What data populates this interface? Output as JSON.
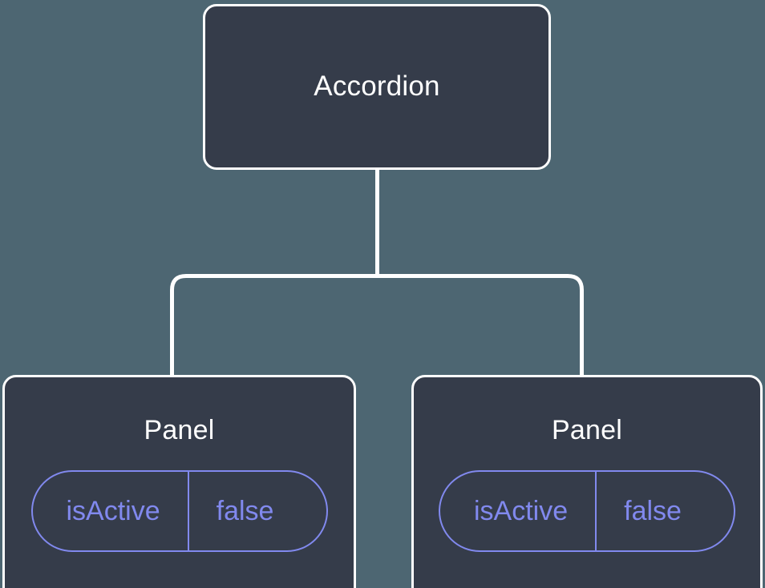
{
  "diagram": {
    "type": "component-tree",
    "background_color": "#4d6672",
    "node_fill_color": "#353c4a",
    "node_border_color": "#ffffff",
    "connector_color": "#ffffff",
    "accent_color": "#8189ee",
    "root": {
      "label": "Accordion"
    },
    "children": [
      {
        "label": "Panel",
        "props": [
          {
            "key": "isActive",
            "value": "false"
          }
        ]
      },
      {
        "label": "Panel",
        "props": [
          {
            "key": "isActive",
            "value": "false"
          }
        ]
      }
    ]
  }
}
